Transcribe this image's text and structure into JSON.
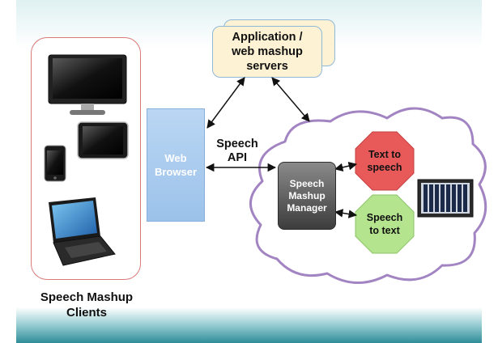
{
  "servers": {
    "label": "Application  /\nweb mashup\nservers"
  },
  "browser": {
    "label": "Web\nBrowser"
  },
  "api": {
    "label": "Speech\nAPI"
  },
  "manager": {
    "label": "Speech\nMashup\nManager"
  },
  "tts": {
    "label": "Text to\nspeech",
    "color": "#e85a5a"
  },
  "stt": {
    "label": "Speech\nto text",
    "color": "#b4e48e"
  },
  "clients": {
    "caption": "Speech Mashup\nClients"
  },
  "colors": {
    "cloud_border": "#a284c2",
    "panel_border": "#d97a7a",
    "server_fill": "#fdf2d4",
    "browser_fill": "#a9cbef",
    "footer": "#2f8d99"
  },
  "icons": [
    "desktop-monitor-icon",
    "tablet-icon",
    "smartphone-icon",
    "laptop-icon",
    "server-rack-icon"
  ]
}
